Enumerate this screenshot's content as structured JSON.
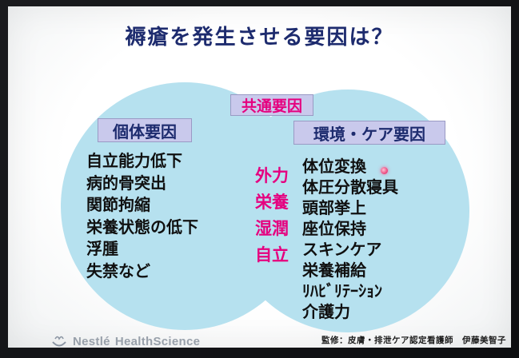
{
  "slide": {
    "title": "褥瘡を発生させる要因は？",
    "venn": {
      "common_label": "共通要因",
      "left": {
        "label": "個体要因",
        "items": [
          "自立能力低下",
          "病的骨突出",
          "関節拘縮",
          "栄養状態の低下",
          "浮腫",
          "失禁など"
        ]
      },
      "center": {
        "items": [
          "外力",
          "栄養",
          "湿潤",
          "自立"
        ]
      },
      "right": {
        "label": "環境・ケア要因",
        "items": [
          "体位変換",
          "体圧分散寝具",
          "頭部挙上",
          "座位保持",
          "スキンケア",
          "栄養補給",
          "ﾘﾊﾋﾞﾘﾃｰｼｮﾝ",
          "介護力"
        ]
      }
    },
    "footer": {
      "logo_part1": "Nestlé",
      "logo_part2": "HealthScience",
      "credit": "監修：皮膚・排泄ケア認定看護師　伊藤美智子"
    },
    "colors": {
      "accent_magenta": "#e5007f",
      "title_navy": "#1d2b6e",
      "circle_blue": "#b6e1ef",
      "label_lavender": "#c9c9ec",
      "logo_gray": "#98a0aa"
    }
  }
}
